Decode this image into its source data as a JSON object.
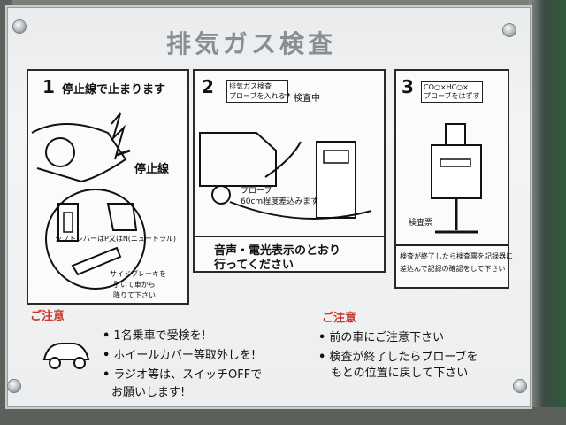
{
  "sign": {
    "title": "排気ガス検査",
    "panel1": {
      "number": "1",
      "heading": "停止線で止まります",
      "stop_line_label": "停止線",
      "shift_note": "シフトレバーはP又はN(ニュートラル)",
      "brake_note_1": "サイドブレーキを",
      "brake_note_2": "引いて車から",
      "brake_note_3": "降りて下さい"
    },
    "panel2": {
      "number": "2",
      "box_line1": "排気ガス検査",
      "box_line2": "プローブを入れる",
      "arrow_label": "検査中",
      "probe_line1": "プローブ",
      "probe_line2": "60cm程度差込みます",
      "footer_line1": "音声・電光表示のとおり",
      "footer_line2": "行ってください"
    },
    "panel3": {
      "number": "3",
      "box_line1": "CO○×HC○×",
      "box_line2": "プローブをはずす",
      "ticket_label": "検査票",
      "footer_line1": "検査が終了したら検査票を記録器に",
      "footer_line2": "差込んで記録の確認をして下さい"
    },
    "caution_left": {
      "title": "ご注意",
      "items": [
        "1名乗車で受検を!",
        "ホイールカバー等取外しを!",
        "ラジオ等は、スイッチOFFで",
        "お願いします!"
      ]
    },
    "caution_right": {
      "title": "ご注意",
      "items": [
        "前の車にご注意下さい",
        "検査が終了したらプローブを",
        "もとの位置に戻して下さい"
      ]
    }
  }
}
